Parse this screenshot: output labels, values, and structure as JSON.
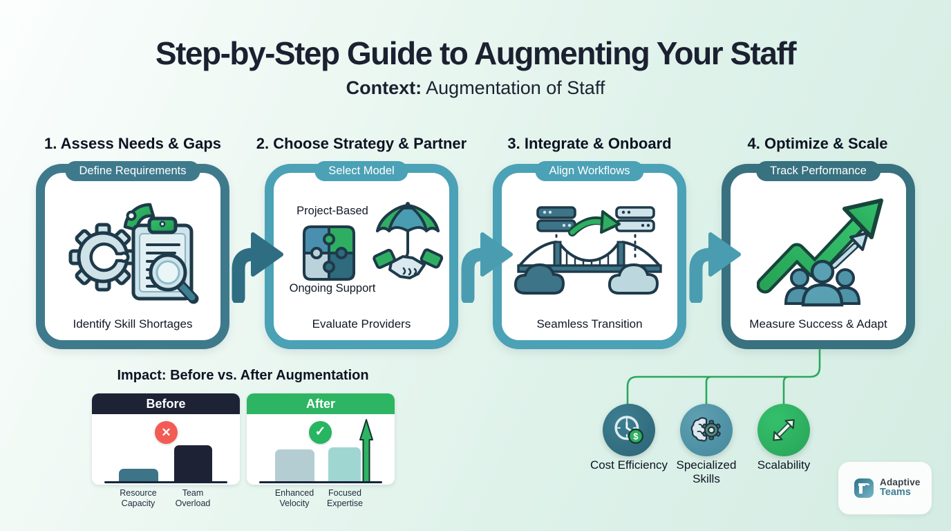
{
  "title": "Step-by-Step Guide to Augmenting Your Staff",
  "context": {
    "label": "Context:",
    "text": " Augmentation of Staff"
  },
  "steps": [
    {
      "heading": "1. Assess Needs & Gaps",
      "badge": "Define Requirements",
      "caption": "Identify Skill Shortages",
      "icon": "gear-clipboard-magnifier-icon"
    },
    {
      "heading": "2. Choose Strategy & Partner",
      "badge": "Select Model",
      "caption": "Evaluate Providers",
      "label_top": "Project-Based",
      "label_bottom": "Ongoing Support",
      "icon": "puzzle-and-umbrella-handshake-icons"
    },
    {
      "heading": "3. Integrate & Onboard",
      "badge": "Align Workflows",
      "caption": "Seamless Transition",
      "icon": "bridge-clouds-servers-icon"
    },
    {
      "heading": "4. Optimize & Scale",
      "badge": "Track Performance",
      "caption": "Measure Success & Adapt",
      "icon": "growth-arrow-team-icon"
    }
  ],
  "impact": {
    "heading": "Impact: Before vs. After Augmentation",
    "before": {
      "header": "Before",
      "status_icon": "x-circle",
      "status_glyph": "✕",
      "bars": [
        {
          "label": "Resource Capacity",
          "relative_height": "low"
        },
        {
          "label": "Team Overload",
          "relative_height": "high"
        }
      ]
    },
    "after": {
      "header": "After",
      "status_icon": "check-circle",
      "status_glyph": "✓",
      "bars": [
        {
          "label": "Enhanced Velocity",
          "relative_height": "medium"
        },
        {
          "label": "Focused Expertise",
          "relative_height": "medium-high"
        }
      ],
      "extra_icon": "up-arrow"
    }
  },
  "benefits": [
    {
      "label": "Cost Efficiency",
      "icon": "clock-dollar-icon"
    },
    {
      "label": "Specialized Skills",
      "icon": "brain-gear-icon"
    },
    {
      "label": "Scalability",
      "icon": "expand-arrows-icon"
    }
  ],
  "logo": {
    "line1": "Adaptive",
    "line2": "Teams"
  },
  "colors": {
    "dark_navy": "#1d2235",
    "teal_dark": "#3e7a8c",
    "teal_mid": "#4ba1b5",
    "green": "#2fae62",
    "green_connector": "#2aa85c",
    "red_status": "#f25c55",
    "bar_light_blue": "#b4cdd3",
    "bar_aqua": "#9fd6d2",
    "background_mint": "#ddf1ea"
  }
}
